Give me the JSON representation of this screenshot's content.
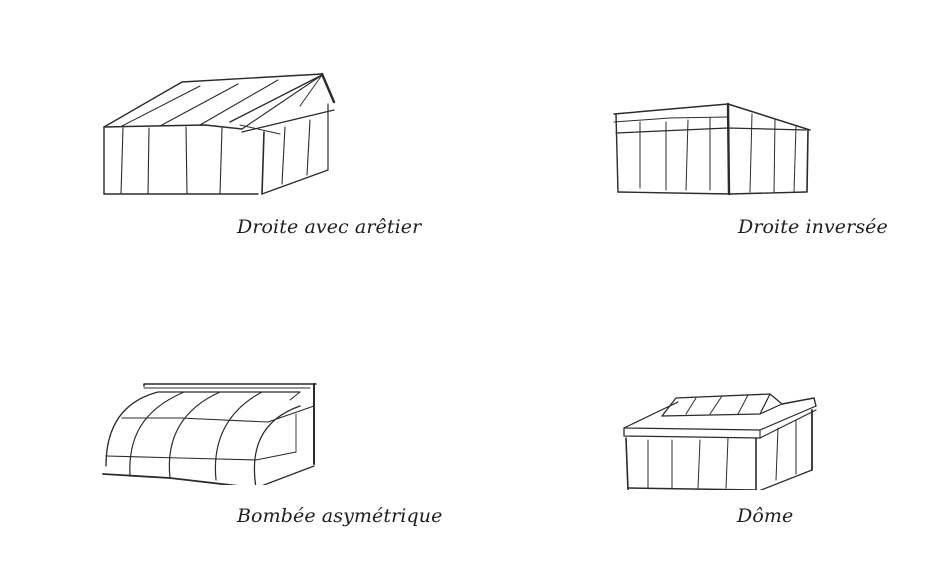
{
  "figure": {
    "background": "#ffffff",
    "stroke_color": "#2b2b2b",
    "items": [
      {
        "label": "Droite avec arêtier",
        "shape": "straight-gable-hip-roof-veranda"
      },
      {
        "label": "Droite inversée",
        "shape": "straight-inverted-roof-veranda"
      },
      {
        "label": "Bombée asymétrique",
        "shape": "curved-asymmetric-roof-veranda"
      },
      {
        "label": "Dôme",
        "shape": "dome-roof-veranda"
      }
    ]
  }
}
